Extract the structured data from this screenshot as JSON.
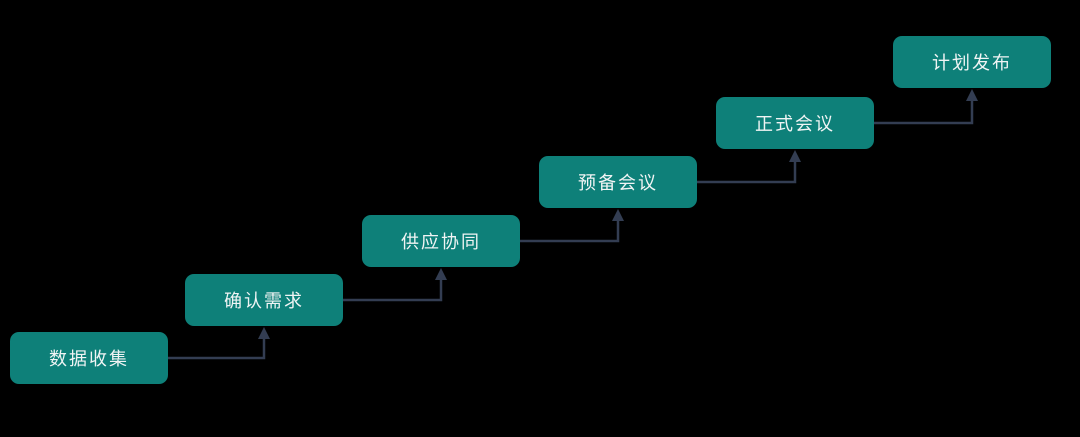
{
  "diagram": {
    "type": "staircase-flow",
    "direction": "bottom-left-to-top-right",
    "nodes": [
      {
        "label": "数据收集"
      },
      {
        "label": "确认需求"
      },
      {
        "label": "供应协同"
      },
      {
        "label": "预备会议"
      },
      {
        "label": "正式会议"
      },
      {
        "label": "计划发布"
      }
    ],
    "connections": [
      {
        "from": "数据收集",
        "to": "确认需求"
      },
      {
        "from": "确认需求",
        "to": "供应协同"
      },
      {
        "from": "供应协同",
        "to": "预备会议"
      },
      {
        "from": "预备会议",
        "to": "正式会议"
      },
      {
        "from": "正式会议",
        "to": "计划发布"
      }
    ]
  },
  "colors": {
    "background": "#000000",
    "node_fill": "#0E8079",
    "node_text": "#F0F4F4",
    "connector": "#333D52"
  }
}
